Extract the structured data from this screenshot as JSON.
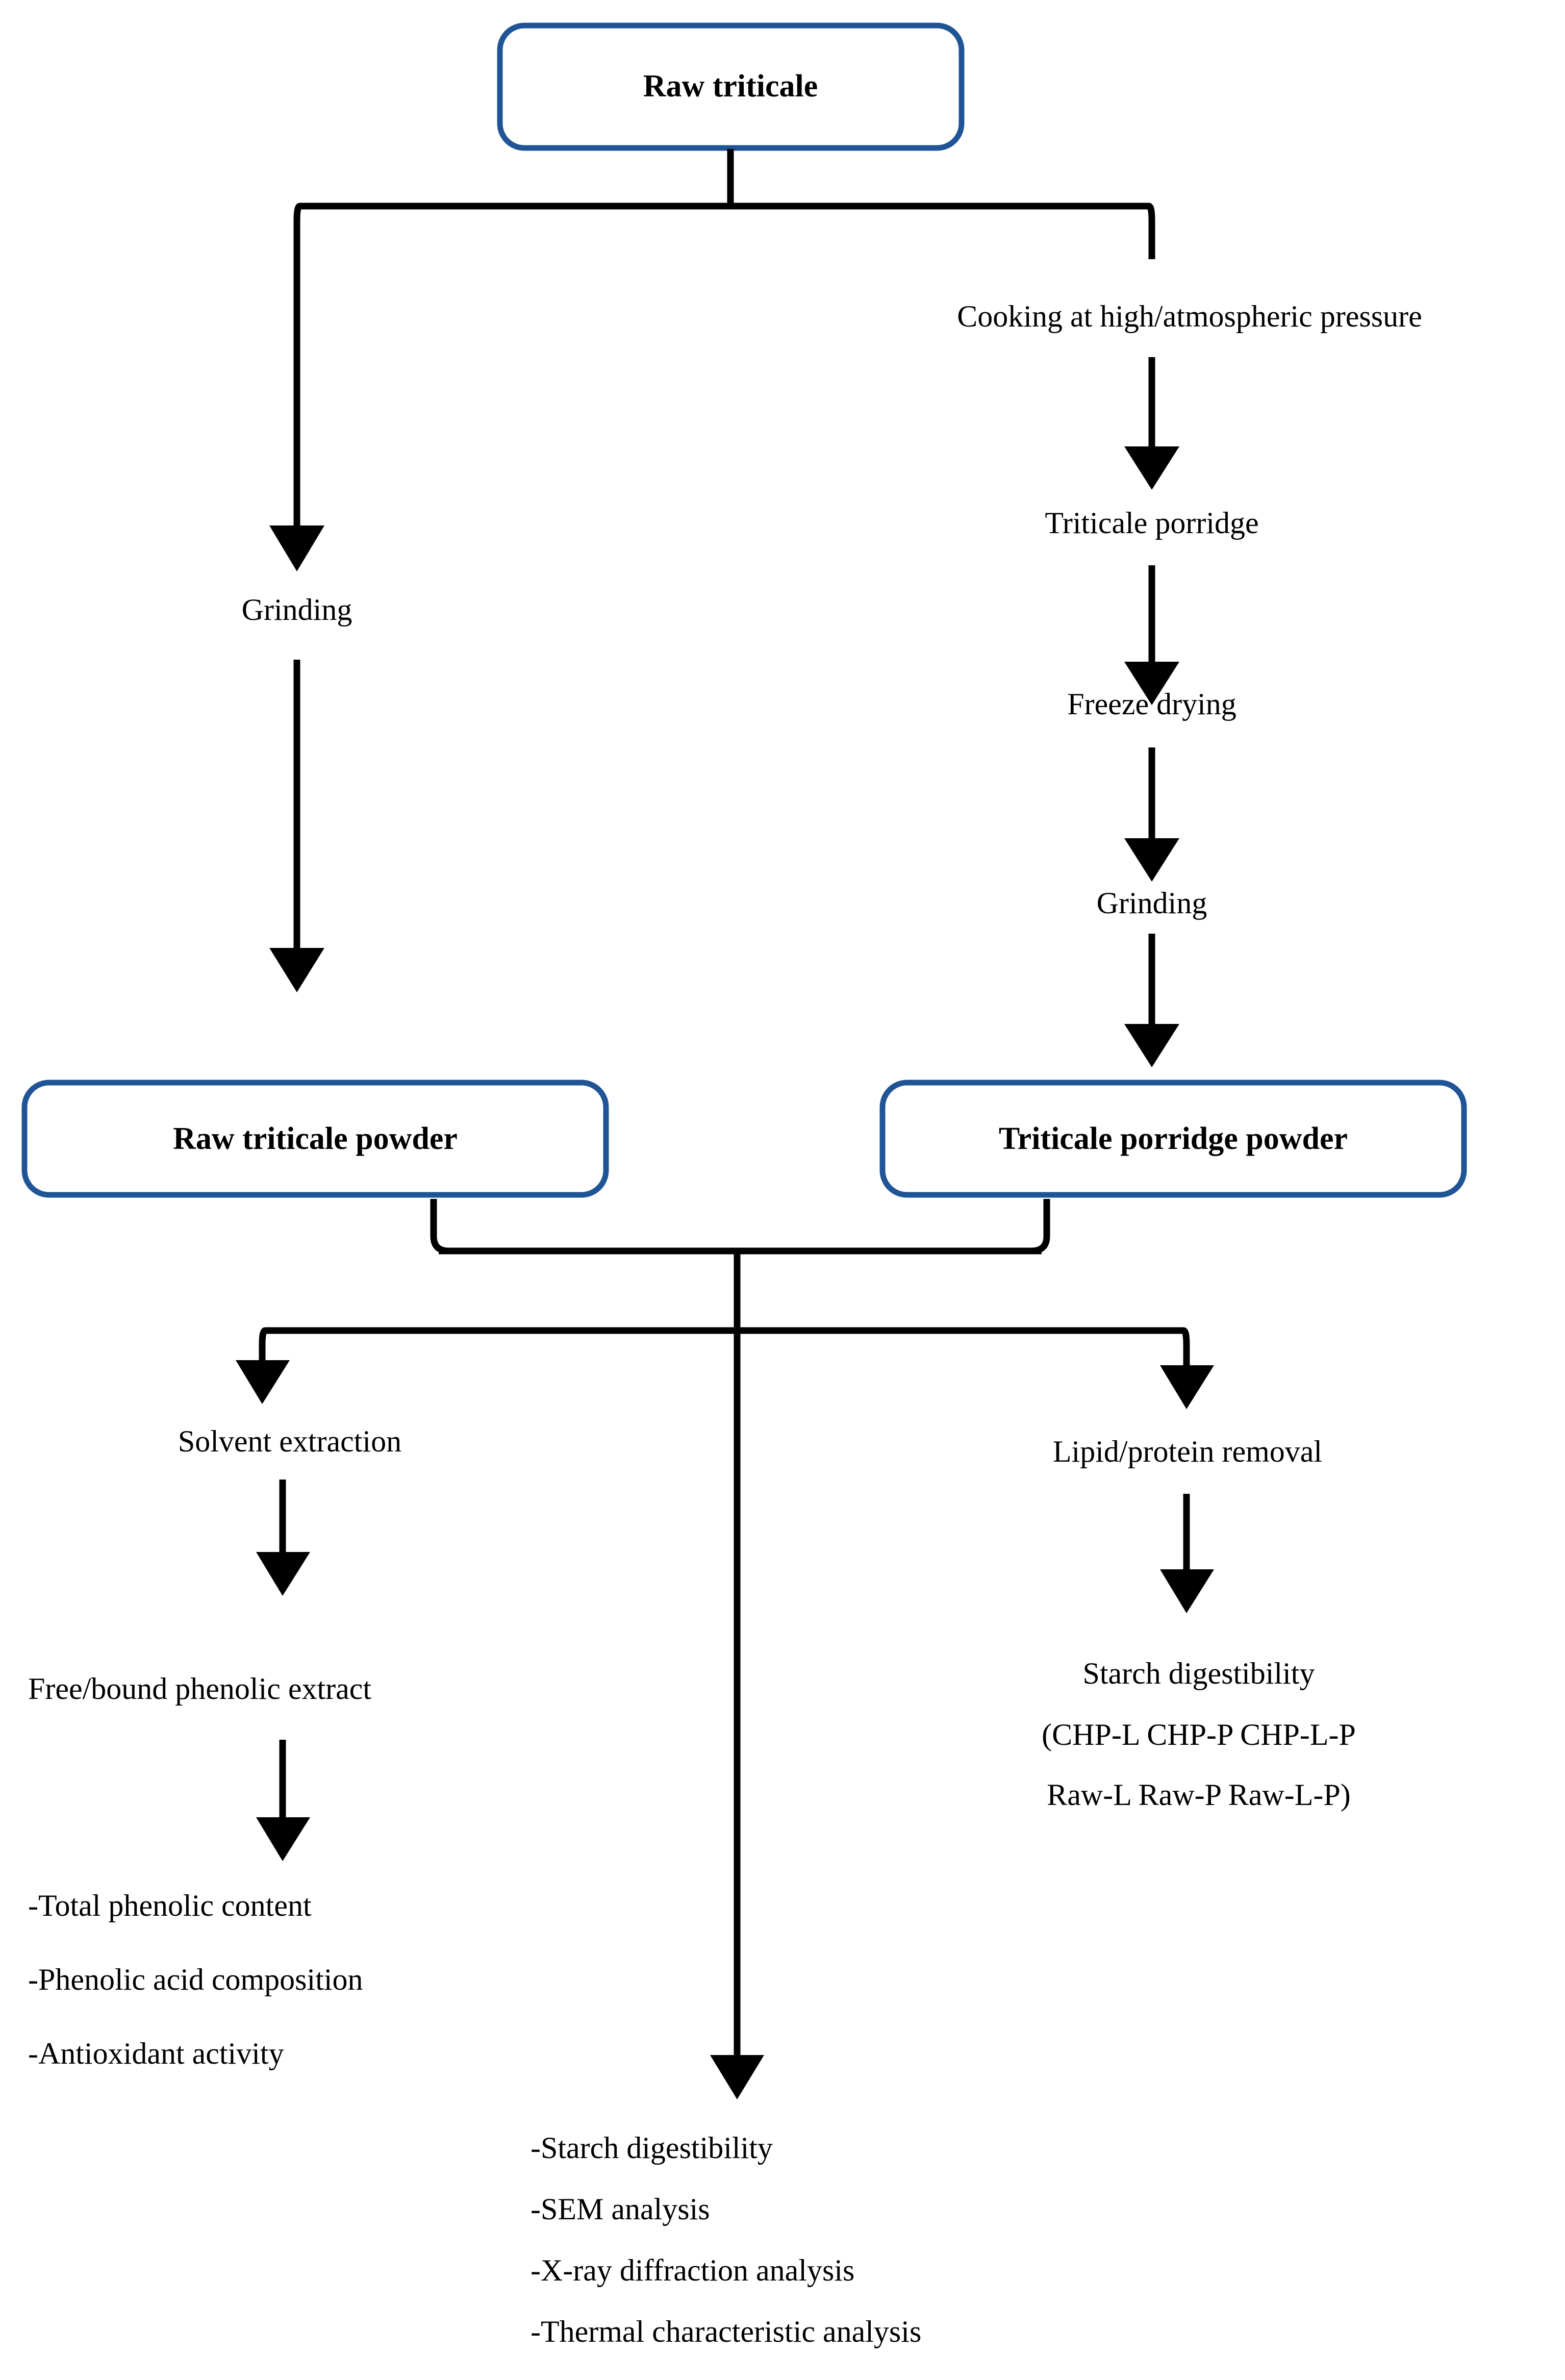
{
  "diagram": {
    "title_text": "Raw triticale processing and analysis flowchart",
    "accent_color": "#1F5496",
    "line_color": "#000000",
    "background_color": "#FFFFFF",
    "nodes": {
      "root": "Raw triticale",
      "raw_powder": "Raw triticale powder",
      "porridge_powder": "Triticale porridge powder"
    },
    "steps": {
      "cooking": "Cooking at high/atmospheric pressure",
      "porridge": "Triticale porridge",
      "freeze_drying": "Freeze drying",
      "grinding_right": "Grinding",
      "grinding_left": "Grinding",
      "solvent_extraction": "Solvent extraction",
      "lipid_protein_removal": "Lipid/protein removal",
      "phenolic_extract": "Free/bound phenolic extract"
    },
    "outcomes": {
      "left_list": [
        "-Total phenolic content",
        "-Phenolic acid composition",
        "-Antioxidant activity"
      ],
      "center_list": [
        "-Starch digestibility",
        "-SEM analysis",
        "-X-ray diffraction analysis",
        "-Thermal characteristic analysis"
      ],
      "right_block": [
        "Starch digestibility",
        "(CHP-L CHP-P CHP-L-P",
        "Raw-L Raw-P Raw-L-P)"
      ]
    }
  }
}
